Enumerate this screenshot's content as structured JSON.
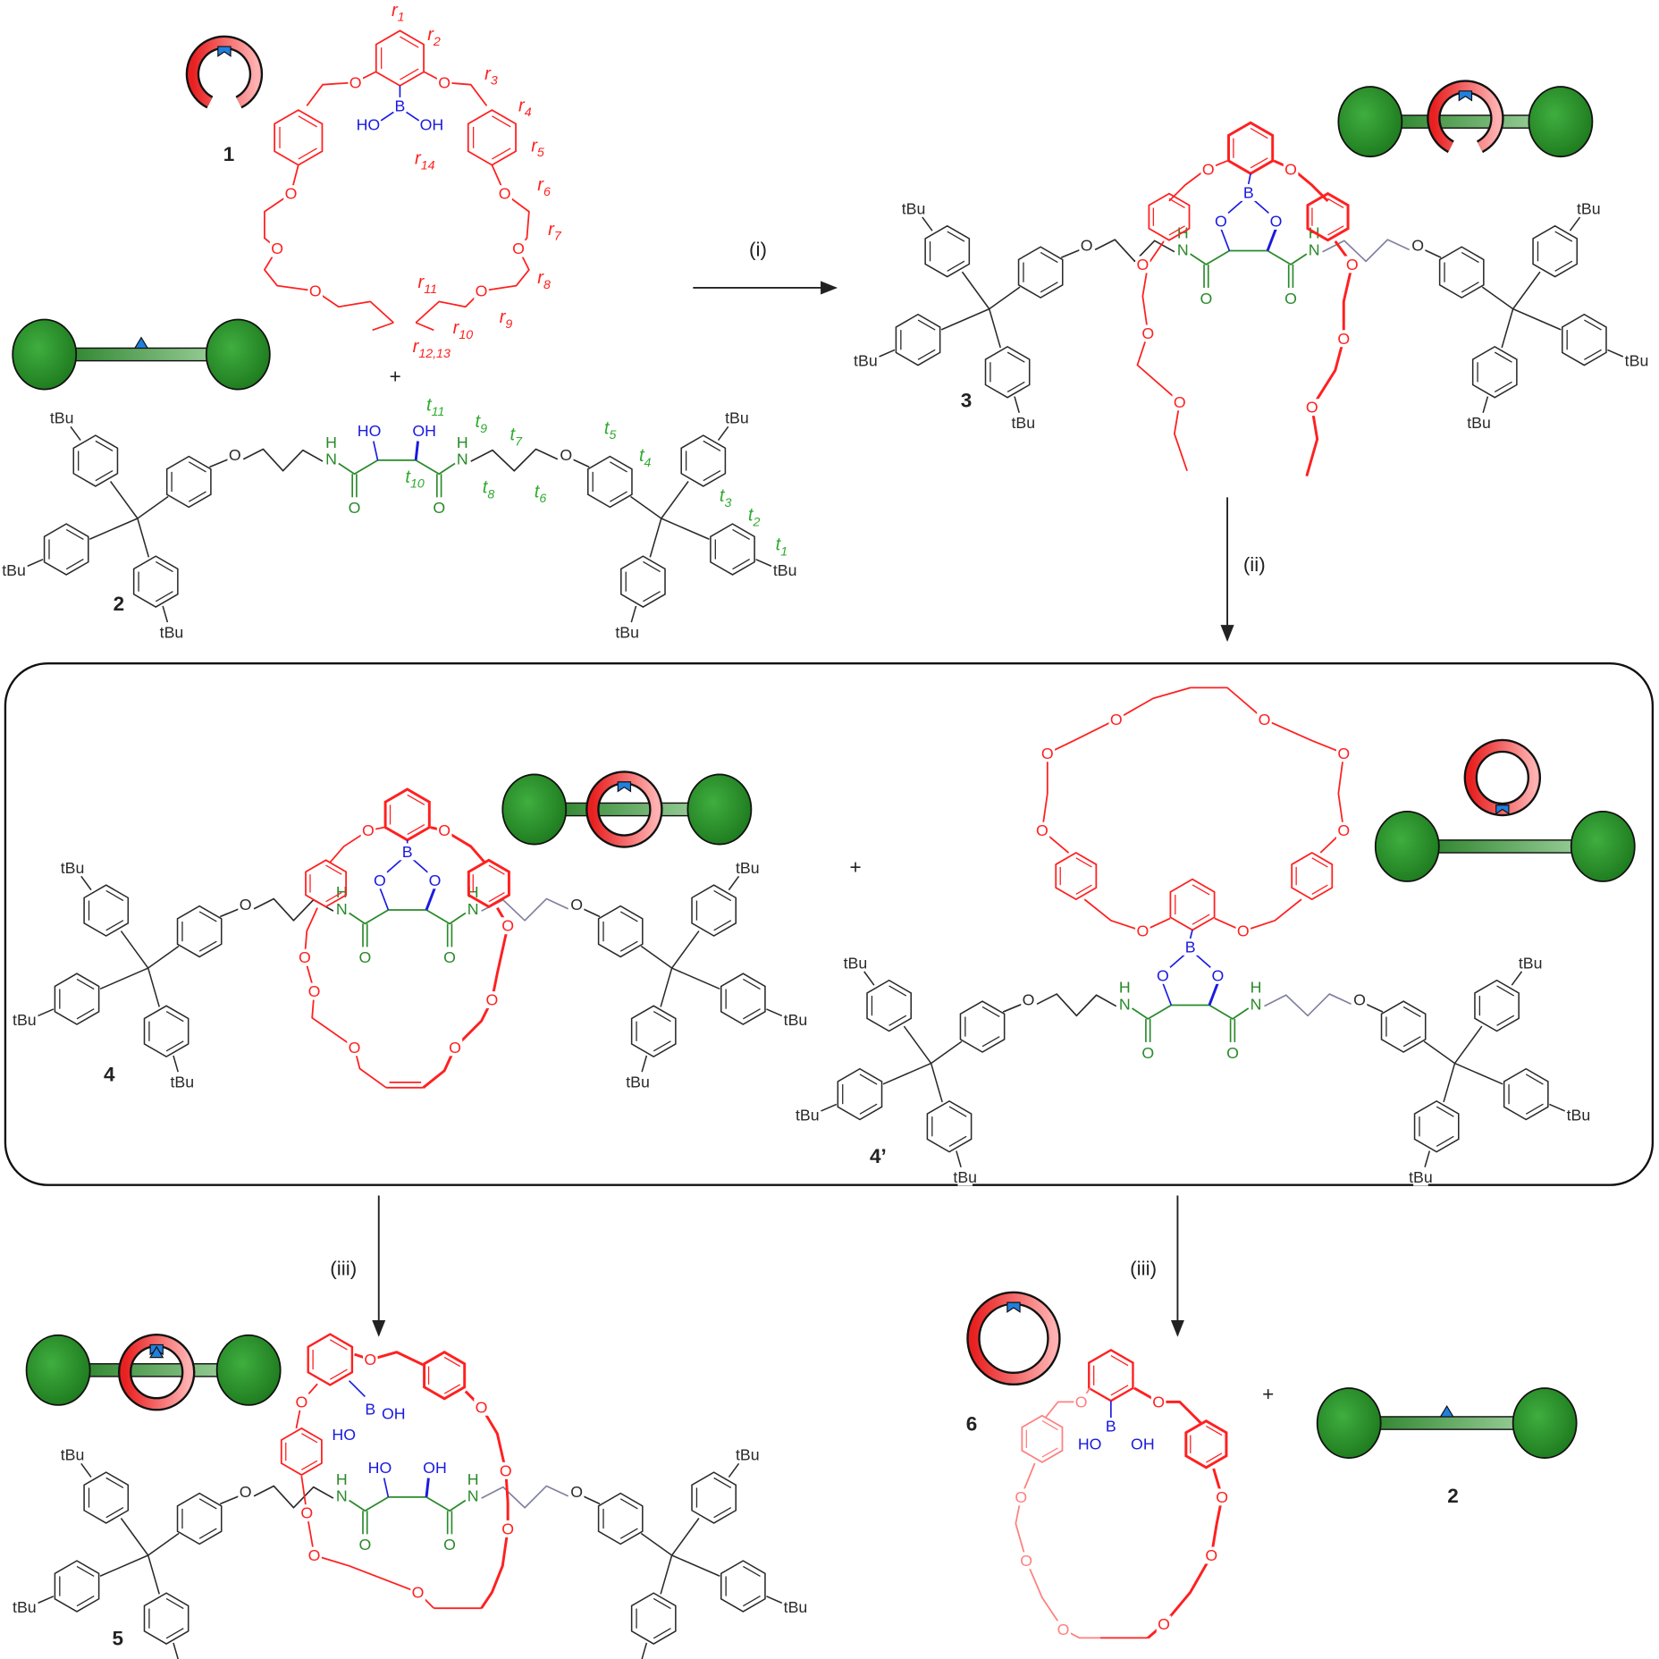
{
  "colors": {
    "ring": "#ff2020",
    "ring_light": "#ff8080",
    "axle": "#2a8a2a",
    "boron": "#1a1ae0",
    "stopper": "#2a2a2a",
    "bead_fill": "#2f9a2f",
    "notch": "#2080e0",
    "linker": "#8080a0"
  },
  "compounds": {
    "c1": "1",
    "c2": "2",
    "c3": "3",
    "c4": "4",
    "c4p": "4’",
    "c5": "5",
    "c6": "6",
    "c2b": "2"
  },
  "arrows": {
    "step_i": "(i)",
    "step_ii": "(ii)",
    "step_iii_left": "(iii)",
    "step_iii_right": "(iii)"
  },
  "plus": "+",
  "atoms": {
    "O": "O",
    "tBu": "tBu",
    "HO": "HO",
    "OH": "OH",
    "N": "N",
    "H": "H",
    "B": "B"
  },
  "ring_labels": [
    {
      "base": "r",
      "sub": "1"
    },
    {
      "base": "r",
      "sub": "2"
    },
    {
      "base": "r",
      "sub": "3"
    },
    {
      "base": "r",
      "sub": "4"
    },
    {
      "base": "r",
      "sub": "5"
    },
    {
      "base": "r",
      "sub": "6"
    },
    {
      "base": "r",
      "sub": "7"
    },
    {
      "base": "r",
      "sub": "8"
    },
    {
      "base": "r",
      "sub": "9"
    },
    {
      "base": "r",
      "sub": "10"
    },
    {
      "base": "r",
      "sub": "11"
    },
    {
      "base": "r",
      "sub": "12,13"
    },
    {
      "base": "r",
      "sub": "14"
    }
  ],
  "thread_labels": [
    {
      "base": "t",
      "sub": "1"
    },
    {
      "base": "t",
      "sub": "2"
    },
    {
      "base": "t",
      "sub": "3"
    },
    {
      "base": "t",
      "sub": "4"
    },
    {
      "base": "t",
      "sub": "5"
    },
    {
      "base": "t",
      "sub": "6"
    },
    {
      "base": "t",
      "sub": "7"
    },
    {
      "base": "t",
      "sub": "8"
    },
    {
      "base": "t",
      "sub": "9"
    },
    {
      "base": "t",
      "sub": "10"
    },
    {
      "base": "t",
      "sub": "11"
    }
  ]
}
